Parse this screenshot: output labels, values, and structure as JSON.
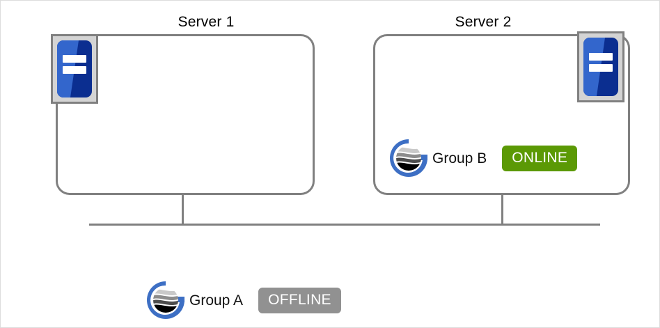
{
  "diagram": {
    "type": "cluster-failover-diagram",
    "servers": [
      {
        "id": "server-1",
        "title": "Server 1",
        "icon": "server-rack-icon",
        "icon_position": "top-left",
        "groups": []
      },
      {
        "id": "server-2",
        "title": "Server 2",
        "icon": "server-rack-icon",
        "icon_position": "top-right",
        "groups": [
          {
            "logo": "group-logo-icon",
            "label": "Group  B",
            "status": "ONLINE",
            "status_kind": "online"
          }
        ]
      }
    ],
    "detached_groups": [
      {
        "logo": "group-logo-icon",
        "label": "Group A",
        "status": "OFFLINE",
        "status_kind": "offline"
      }
    ],
    "network_bus": {
      "name": "shared-network-bus"
    }
  },
  "colors": {
    "online": "#5b9905",
    "offline": "#919191",
    "line": "#808080",
    "chip_dark_blue": "#0b2e90",
    "chip_light_blue": "#3366cc",
    "logo_blue": "#3d6fc4"
  }
}
